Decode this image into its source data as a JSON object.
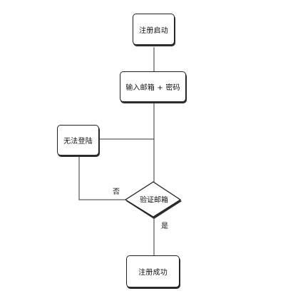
{
  "nodes": {
    "start": "注册启动",
    "input": "输入邮箱 + 密码",
    "fail": "无法登陆",
    "verify": "验证邮箱",
    "success": "注册成功"
  },
  "edges": {
    "no": "否",
    "yes": "是"
  }
}
